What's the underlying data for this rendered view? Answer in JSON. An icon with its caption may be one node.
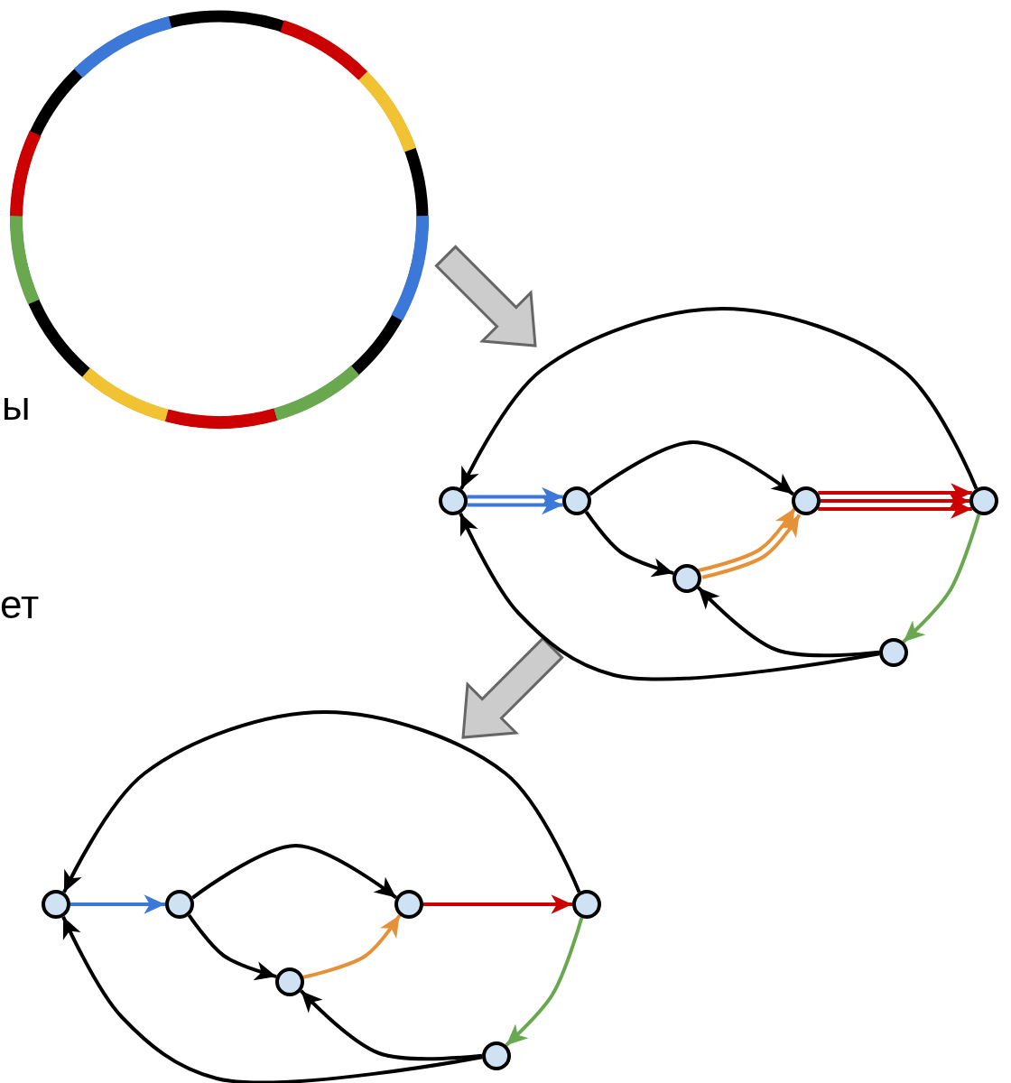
{
  "diagram": {
    "nodes": [
      {
        "text": [],
        "shape": "circle"
      },
      {
        "text": [],
        "shape": "circle"
      },
      {
        "text": [],
        "shape": "circle"
      },
      {
        "text": [],
        "shape": "circle"
      },
      {
        "text": [],
        "shape": "circle"
      },
      {
        "text": [],
        "shape": "circle"
      },
      {
        "text": [],
        "shape": "circle"
      },
      {
        "text": [],
        "shape": "circle"
      },
      {
        "text": [],
        "shape": "circle"
      },
      {
        "text": [],
        "shape": "circle"
      },
      {
        "text": [],
        "shape": "circle"
      },
      {
        "text": [],
        "shape": "circle"
      }
    ],
    "edges": [
      {
        "from": 3,
        "to": 0,
        "arrow": "to"
      },
      {
        "from": 0,
        "to": 2,
        "arrow": "to",
        "color": "#3c78d8"
      },
      {
        "from": 0,
        "to": 2,
        "arrow": "to",
        "color": "#3c78d8"
      },
      {
        "from": 2,
        "to": 4,
        "arrow": "to"
      },
      {
        "from": 2,
        "to": 1,
        "arrow": "to"
      },
      {
        "from": 4,
        "to": 3,
        "arrow": "to",
        "color": "#cc0000"
      },
      {
        "from": 4,
        "to": 3,
        "arrow": "to",
        "color": "#cc0000"
      },
      {
        "from": 4,
        "to": 3,
        "arrow": "to",
        "color": "#cc0000"
      },
      {
        "from": 1,
        "to": 4,
        "arrow": "to",
        "color": "#e69138"
      },
      {
        "from": 1,
        "to": 4,
        "arrow": "to",
        "color": "#e69138"
      },
      {
        "from": 3,
        "to": 5,
        "arrow": "to",
        "color": "#6aa84f"
      },
      {
        "from": 5,
        "to": 1,
        "arrow": "to"
      },
      {
        "from": 5,
        "to": 0,
        "arrow": "to"
      },
      {
        "from": 9,
        "to": 6,
        "arrow": "to"
      },
      {
        "from": 6,
        "to": 8,
        "arrow": "to",
        "color": "#3c78d8"
      },
      {
        "from": 8,
        "to": 10,
        "arrow": "to"
      },
      {
        "from": 8,
        "to": 7,
        "arrow": "to"
      },
      {
        "from": 10,
        "to": 9,
        "arrow": "to",
        "color": "#cc0000"
      },
      {
        "from": 7,
        "to": 10,
        "arrow": "to",
        "color": "#e69138"
      },
      {
        "from": 9,
        "to": 11,
        "arrow": "to",
        "color": "#6aa84f"
      },
      {
        "from": 11,
        "to": 7,
        "arrow": "to"
      },
      {
        "from": 11,
        "to": 6,
        "arrow": "to"
      }
    ],
    "labels": [
      "ы",
      "ет"
    ]
  }
}
